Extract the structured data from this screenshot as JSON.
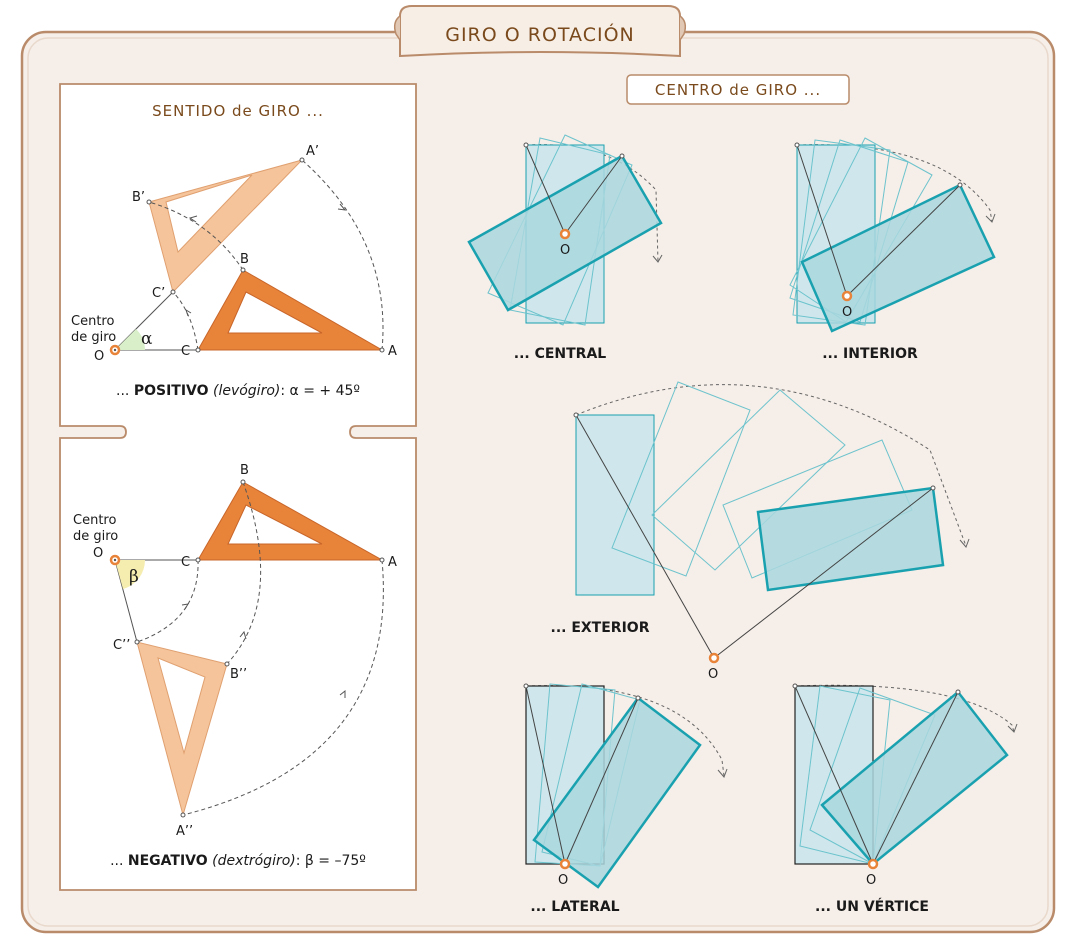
{
  "header": {
    "title": "GIRO O ROTACIÓN"
  },
  "left": {
    "top": {
      "heading": "SENTIDO de GIRO ...",
      "center_label": "Centro\nde giro",
      "caption": {
        "prefix": "... ",
        "bold": "POSITIVO",
        "italic": "(levógiro)",
        "formula": ":  α = + 45º"
      },
      "points": {
        "O": "O",
        "A": "A",
        "B": "B",
        "C": "C",
        "A1": "A’",
        "B1": "B’",
        "C1": "C’"
      },
      "angle_symbol": "α"
    },
    "bottom": {
      "center_label": "Centro\nde giro",
      "caption": {
        "prefix": "... ",
        "bold": "NEGATIVO",
        "italic": "(dextrógiro)",
        "formula": ":  β = –75º"
      },
      "points": {
        "O": "O",
        "A": "A",
        "B": "B",
        "C": "C",
        "A2": "A’’",
        "B2": "B’’",
        "C2": "C’’"
      },
      "angle_symbol": "β"
    }
  },
  "right": {
    "heading": "CENTRO de GIRO ...",
    "cases": [
      {
        "label": "... CENTRAL",
        "point": "O"
      },
      {
        "label": "... INTERIOR",
        "point": "O"
      },
      {
        "label": "... EXTERIOR",
        "point": "O"
      },
      {
        "label": "... LATERAL",
        "point": "O"
      },
      {
        "label": "... UN VÉRTICE",
        "point": "O"
      }
    ]
  },
  "colors": {
    "panel_bg": "#f7efe8",
    "panel_border": "#b98b6a",
    "brown_text": "#7a4a1c",
    "triangle_dark": "#e8833a",
    "triangle_light": "#f5c49a",
    "rect_fill": "#a8d6de",
    "rect_stroke": "#1aa1b0",
    "center_point": "#e8833a"
  }
}
